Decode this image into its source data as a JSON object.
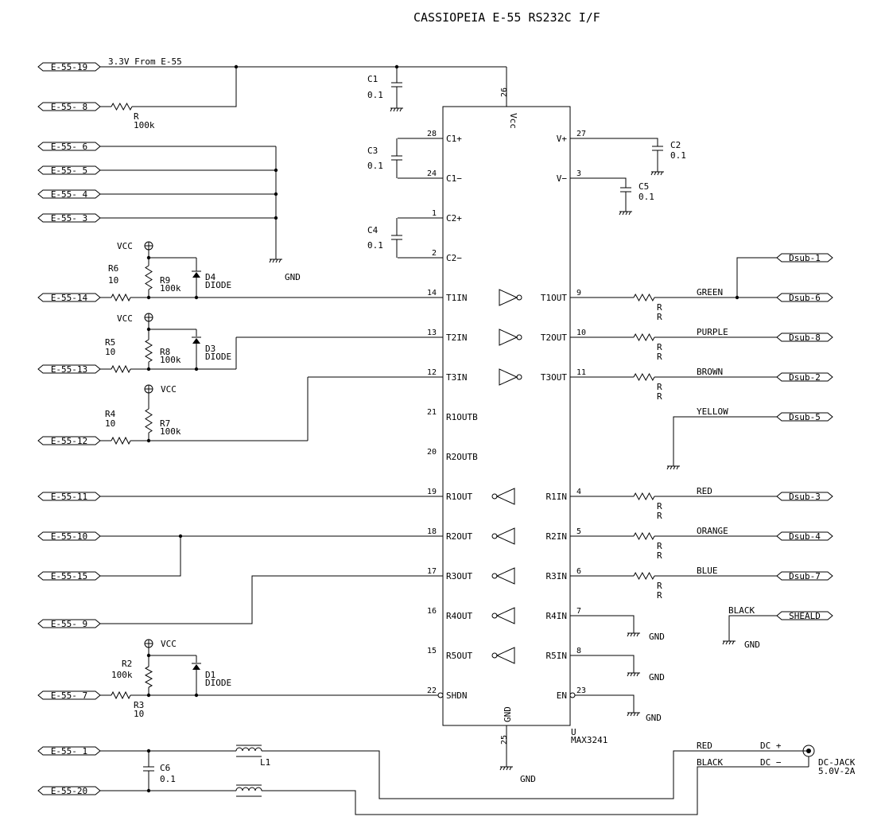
{
  "title": "CASSIOPEIA E-55 RS232C I/F",
  "ports_left": [
    "E-55-19",
    "E-55- 8",
    "E-55- 6",
    "E-55- 5",
    "E-55- 4",
    "E-55- 3",
    "E-55-14",
    "E-55-13",
    "E-55-12",
    "E-55-11",
    "E-55-10",
    "E-55-15",
    "E-55- 9",
    "E-55- 7",
    "E-55- 1",
    "E-55-20"
  ],
  "ports_right": [
    "Dsub-1",
    "Dsub-6",
    "Dsub-8",
    "Dsub-2",
    "Dsub-5",
    "Dsub-3",
    "Dsub-4",
    "Dsub-7",
    "SHEALD"
  ],
  "net_labels": {
    "supply": "3.3V From E-55",
    "gnd": "GND",
    "vcc": "VCC",
    "green": "GREEN",
    "purple": "PURPLE",
    "brown": "BROWN",
    "yellow": "YELLOW",
    "red": "RED",
    "orange": "ORANGE",
    "blue": "BLUE",
    "black": "BLACK",
    "dc_plus": "DC +",
    "dc_minus": "DC −",
    "dc_jack": "DC-JACK",
    "dc_rating": "5.0V-2A"
  },
  "components": {
    "r": {
      "ref": "R",
      "value": "100k"
    },
    "r_out": "R",
    "c1": {
      "ref": "C1",
      "value": "0.1"
    },
    "c2": {
      "ref": "C2",
      "value": "0.1"
    },
    "c3": {
      "ref": "C3",
      "value": "0.1"
    },
    "c4": {
      "ref": "C4",
      "value": "0.1"
    },
    "c5": {
      "ref": "C5",
      "value": "0.1"
    },
    "c6": {
      "ref": "C6",
      "value": "0.1"
    },
    "r6": {
      "ref": "R6",
      "value": "10"
    },
    "r5": {
      "ref": "R5",
      "value": "10"
    },
    "r4": {
      "ref": "R4",
      "value": "10"
    },
    "r3": {
      "ref": "R3",
      "value": "10"
    },
    "r9": {
      "ref": "R9",
      "value": "100k"
    },
    "r8": {
      "ref": "R8",
      "value": "100k"
    },
    "r7": {
      "ref": "R7",
      "value": "100k"
    },
    "r2": {
      "ref": "R2",
      "value": "100k"
    },
    "d4": {
      "ref": "D4",
      "value": "DIODE"
    },
    "d3": {
      "ref": "D3",
      "value": "DIODE"
    },
    "d1": {
      "ref": "D1",
      "value": "DIODE"
    },
    "l1": {
      "ref": "L1"
    }
  },
  "ic": {
    "ref": "U",
    "part": "MAX3241",
    "vcc_pin": {
      "num": "26",
      "name": "Vcc"
    },
    "gnd_pin": {
      "num": "25",
      "name": "GND"
    },
    "left_pins": [
      {
        "num": "28",
        "name": "C1+"
      },
      {
        "num": "24",
        "name": "C1−"
      },
      {
        "num": "1",
        "name": "C2+"
      },
      {
        "num": "2",
        "name": "C2−"
      },
      {
        "num": "14",
        "name": "T1IN"
      },
      {
        "num": "13",
        "name": "T2IN"
      },
      {
        "num": "12",
        "name": "T3IN"
      },
      {
        "num": "21",
        "name": "R1OUTB"
      },
      {
        "num": "20",
        "name": "R2OUTB"
      },
      {
        "num": "19",
        "name": "R1OUT"
      },
      {
        "num": "18",
        "name": "R2OUT"
      },
      {
        "num": "17",
        "name": "R3OUT"
      },
      {
        "num": "16",
        "name": "R4OUT"
      },
      {
        "num": "15",
        "name": "R5OUT"
      },
      {
        "num": "22",
        "name": "SHDN"
      }
    ],
    "right_pins": [
      {
        "num": "27",
        "name": "V+"
      },
      {
        "num": "3",
        "name": "V−"
      },
      {
        "num": "9",
        "name": "T1OUT"
      },
      {
        "num": "10",
        "name": "T2OUT"
      },
      {
        "num": "11",
        "name": "T3OUT"
      },
      {
        "num": "4",
        "name": "R1IN"
      },
      {
        "num": "5",
        "name": "R2IN"
      },
      {
        "num": "6",
        "name": "R3IN"
      },
      {
        "num": "7",
        "name": "R4IN"
      },
      {
        "num": "8",
        "name": "R5IN"
      },
      {
        "num": "23",
        "name": "EN"
      }
    ]
  }
}
